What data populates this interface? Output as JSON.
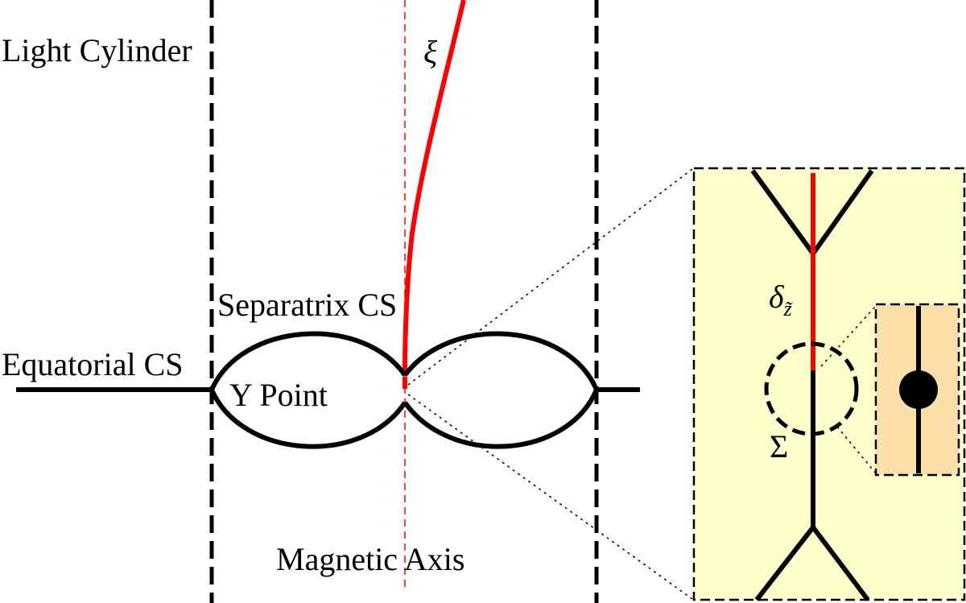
{
  "labels": {
    "light_cylinder": "Light Cylinder",
    "xi": "ξ",
    "separatrix_cs": "Separatrix CS",
    "equatorial_cs": "Equatorial CS",
    "y_point": "Y Point",
    "magnetic_axis": "Magnetic Axis",
    "delta": "δ",
    "delta_subscript": "z̃",
    "sigma": "Σ"
  },
  "colors": {
    "line": "#000000",
    "sheet": "#ff0000",
    "inset_fill": "#ffffcc",
    "inset2_fill": "#fbdfa8"
  }
}
